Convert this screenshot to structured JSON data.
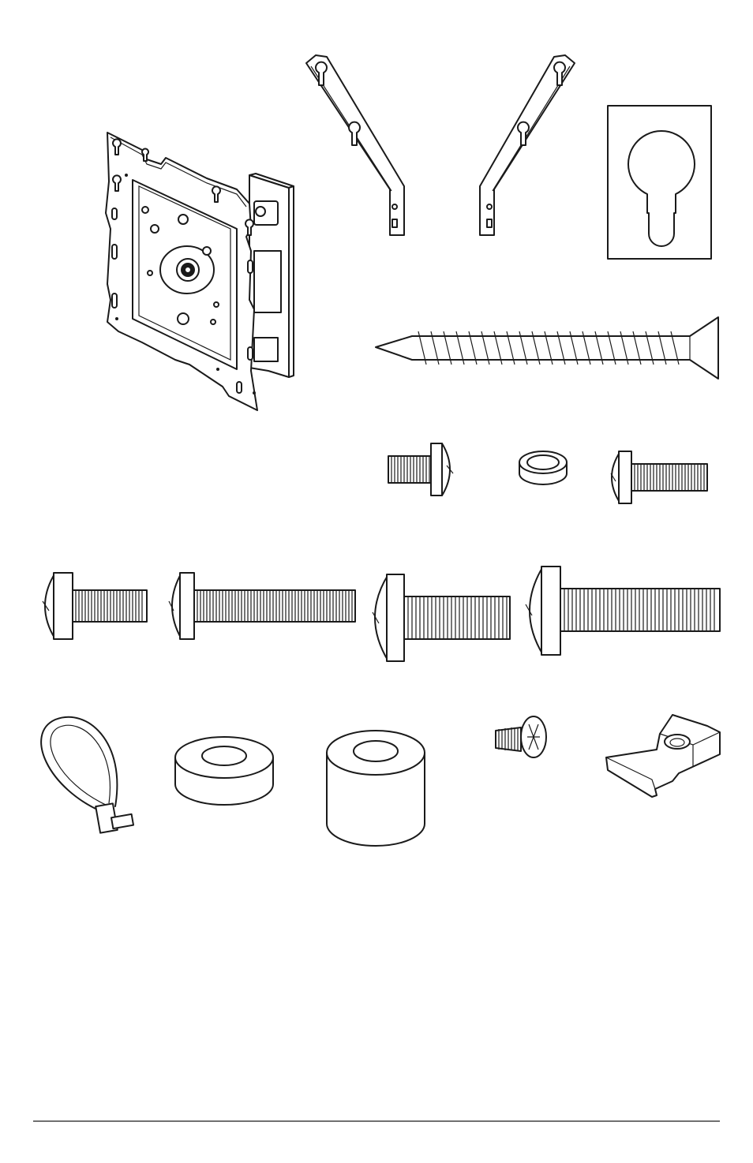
{
  "page": {
    "background": "#ffffff",
    "ink": "#1a1a1a"
  },
  "parts": [
    {
      "name": "wall-plate-with-arm"
    },
    {
      "name": "left-bracket"
    },
    {
      "name": "right-bracket"
    },
    {
      "name": "keyhole-template"
    },
    {
      "name": "lag-screw"
    },
    {
      "name": "small-screw-a"
    },
    {
      "name": "small-washer"
    },
    {
      "name": "small-screw-b"
    },
    {
      "name": "bolt-short"
    },
    {
      "name": "bolt-long"
    },
    {
      "name": "bolt-large-short"
    },
    {
      "name": "bolt-large-long"
    },
    {
      "name": "cable-tie"
    },
    {
      "name": "spacer-short"
    },
    {
      "name": "spacer-tall"
    },
    {
      "name": "countersunk-screw"
    },
    {
      "name": "cable-clip"
    }
  ]
}
